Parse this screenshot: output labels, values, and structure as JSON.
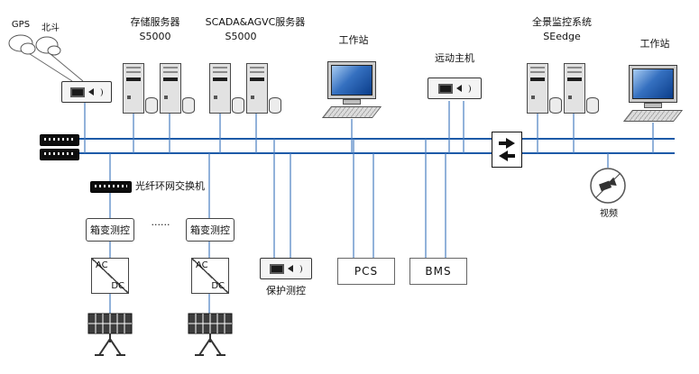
{
  "colors": {
    "bus_line": "#1d5aa8",
    "drop_line": "#4a7fc1",
    "screen_blue": "#2a66b8"
  },
  "top_row": {
    "gps": {
      "gps_label": "GPS",
      "beidou_label": "北斗"
    },
    "storage_server": {
      "name": "存储服务器",
      "model": "S5000"
    },
    "scada_server": {
      "name": "SCADA&AGVC服务器",
      "model": "S5000"
    },
    "workstation_left": {
      "name": "工作站"
    },
    "remote_host": {
      "name": "远动主机"
    },
    "panorama_system": {
      "name": "全景监控系统",
      "model": "SEedge"
    },
    "workstation_right": {
      "name": "工作站"
    }
  },
  "bottom_row": {
    "fiber_switch": {
      "name": "光纤环网交换机"
    },
    "box_transformer_left": {
      "name": "箱变测控"
    },
    "ellipsis": "......",
    "box_transformer_right": {
      "name": "箱变测控"
    },
    "ac_dc": {
      "ac": "AC",
      "dc": "DC"
    },
    "protection": {
      "name": "保护测控"
    },
    "pcs": {
      "name": "PCS"
    },
    "bms": {
      "name": "BMS"
    },
    "video": {
      "name": "视频"
    }
  }
}
